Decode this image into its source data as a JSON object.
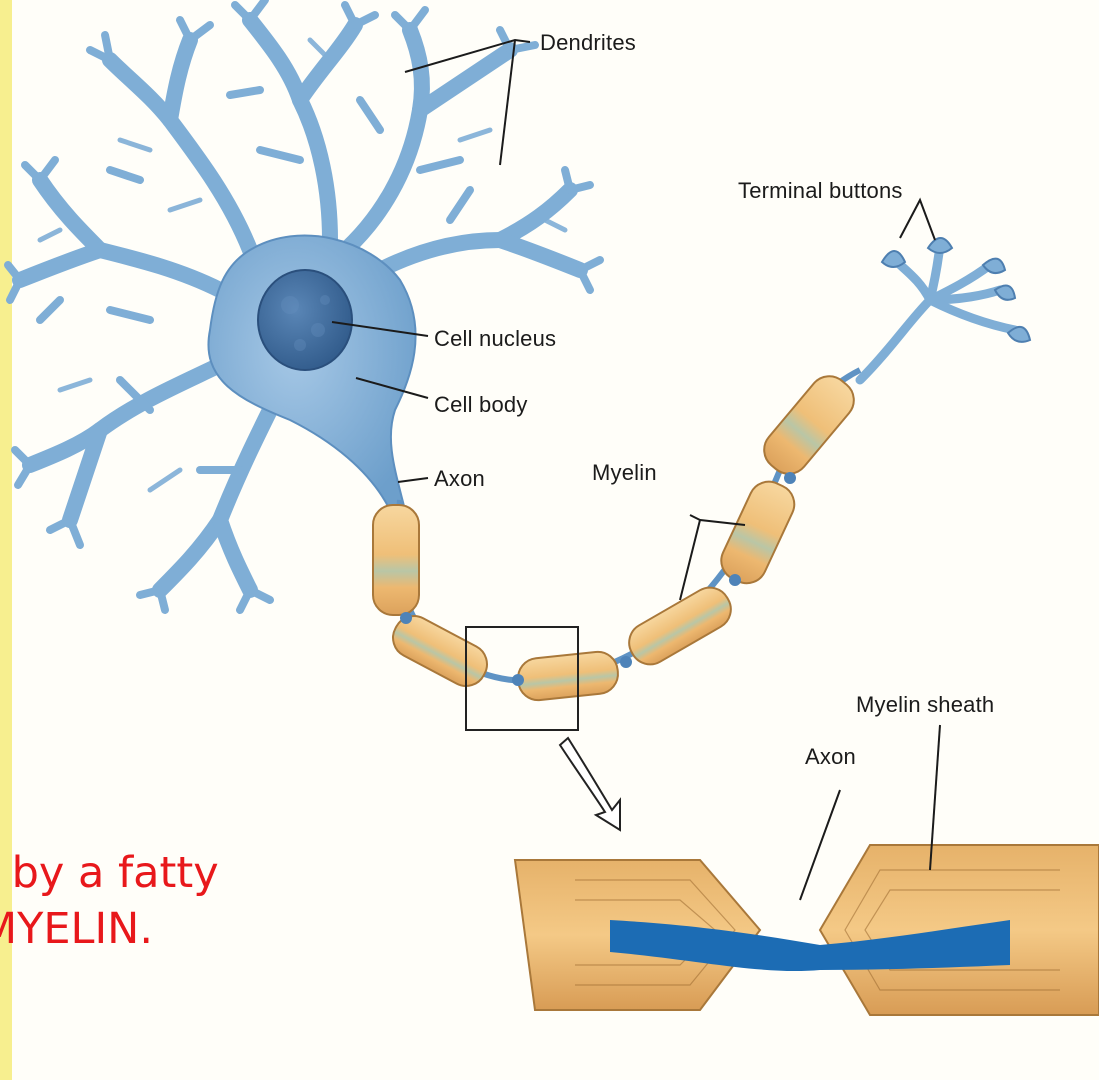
{
  "labels": {
    "dendrites": "Dendrites",
    "terminal_buttons": "Terminal buttons",
    "cell_nucleus": "Cell nucleus",
    "cell_body": "Cell body",
    "axon": "Axon",
    "myelin": "Myelin",
    "myelin_sheath": "Myelin sheath",
    "axon_detail": "Axon"
  },
  "caption": {
    "line1": "l by a fatty",
    "line2": "MYELIN."
  },
  "colors": {
    "page_border": "#f7ef8f",
    "neuron_fill": "#7faed6",
    "neuron_stroke": "#3d6f9c",
    "nucleus": "#3e6a9a",
    "myelin_fill": "#f3c886",
    "myelin_stroke": "#a9783a",
    "axon_detail": "#1c6cb4",
    "caption": "#e8181b"
  }
}
